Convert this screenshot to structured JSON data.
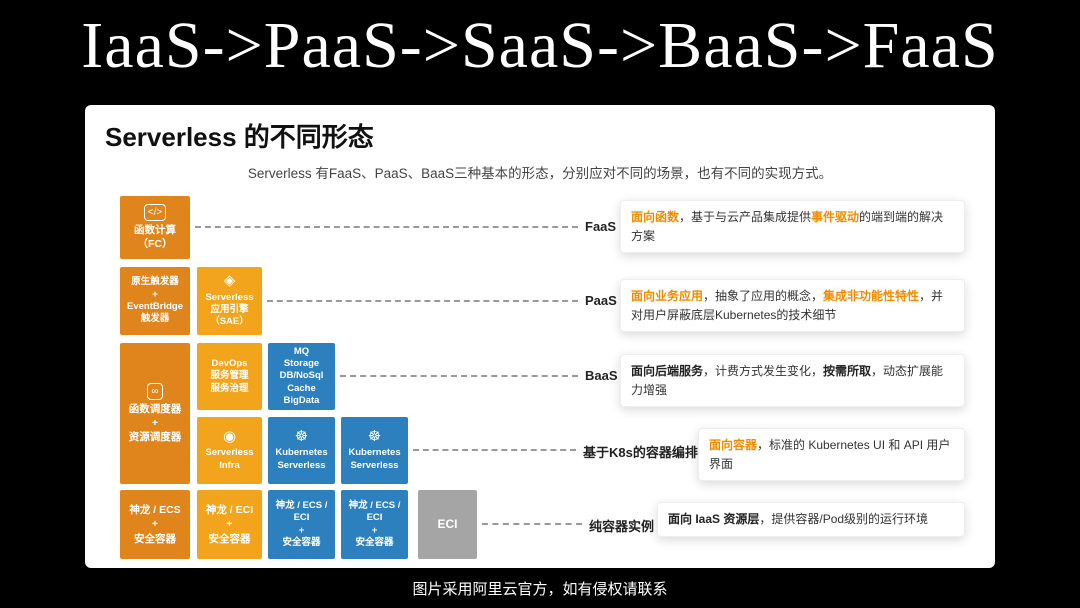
{
  "slide": {
    "title": "IaaS->PaaS->SaaS->BaaS->FaaS",
    "footer": "图片采用阿里云官方，如有侵权请联系"
  },
  "panel": {
    "heading": "Serverless 的不同形态",
    "subtitle": "Serverless 有FaaS、PaaS、BaaS三种基本的形态，分别应对不同的场景，也有不同的实现方式。"
  },
  "colors": {
    "dark_orange": "#E0851B",
    "light_orange": "#F2A41C",
    "blue": "#2C80BE",
    "gray": "#A5A5A5",
    "accent_orange": "#F08C00"
  },
  "boxes": {
    "fc": {
      "icon": "</>",
      "lines": [
        "函数计算",
        "（FC）"
      ]
    },
    "trigger": {
      "lines": [
        "原生触发器",
        "+",
        "EventBridge",
        "触发器"
      ]
    },
    "sae": {
      "icon": "◈",
      "lines": [
        "Serverless",
        "应用引擎",
        "（SAE）"
      ]
    },
    "scheduler": {
      "icon": "∞",
      "lines": [
        "函数调度器",
        "+",
        "资源调度器"
      ]
    },
    "devops": {
      "lines": [
        "DevOps",
        "服务管理",
        "服务治理"
      ]
    },
    "middleware": {
      "lines": [
        "MQ",
        "Storage",
        "DB/NoSql",
        "Cache",
        "BigData"
      ]
    },
    "infra": {
      "icon": "◉",
      "lines": [
        "Serverless",
        "Infra"
      ]
    },
    "k8s_a": {
      "icon": "☸",
      "lines": [
        "Kubernetes",
        "Serverless"
      ]
    },
    "k8s_b": {
      "icon": "☸",
      "lines": [
        "Kubernetes",
        "Serverless"
      ]
    },
    "ecs_runtime": {
      "lines": [
        "神龙 / ECS",
        "+",
        "安全容器"
      ]
    },
    "eci_runtime": {
      "lines": [
        "神龙 / ECI",
        "+",
        "安全容器"
      ]
    },
    "mixed_runtime_a": {
      "lines": [
        "神龙 / ECS /",
        "ECI",
        "+",
        "安全容器"
      ]
    },
    "mixed_runtime_b": {
      "lines": [
        "神龙 / ECS /",
        "ECI",
        "+",
        "安全容器"
      ]
    },
    "eci": {
      "label": "ECI"
    }
  },
  "rows": [
    {
      "label": "FaaS",
      "desc": [
        {
          "text": "面向函数"
        },
        {
          "text": "，基于与云产品集成提供"
        },
        {
          "text": "事件驱动"
        },
        {
          "text": "的端到端的解决方案"
        }
      ]
    },
    {
      "label": "PaaS",
      "desc": [
        {
          "text": "面向业务应用"
        },
        {
          "text": "，抽象了应用的概念，"
        },
        {
          "text": "集成非功能性特性"
        },
        {
          "text": "，并对用户屏蔽底层Kubernetes的技术细节"
        }
      ]
    },
    {
      "label": "BaaS",
      "desc": [
        {
          "text": "面向后端服务"
        },
        {
          "text": "，计费方式发生变化，"
        },
        {
          "text": "按需所取"
        },
        {
          "text": "，动态扩展能力增强"
        }
      ]
    },
    {
      "label": "基于K8s的容器编排",
      "desc": [
        {
          "text": "面向容器"
        },
        {
          "text": "，标准的 Kubernetes UI 和 API 用户界面"
        }
      ]
    },
    {
      "label": "纯容器实例",
      "desc": [
        {
          "text": "面向 IaaS 资源层"
        },
        {
          "text": "，提供容器/Pod级别的运行环境"
        }
      ]
    }
  ]
}
